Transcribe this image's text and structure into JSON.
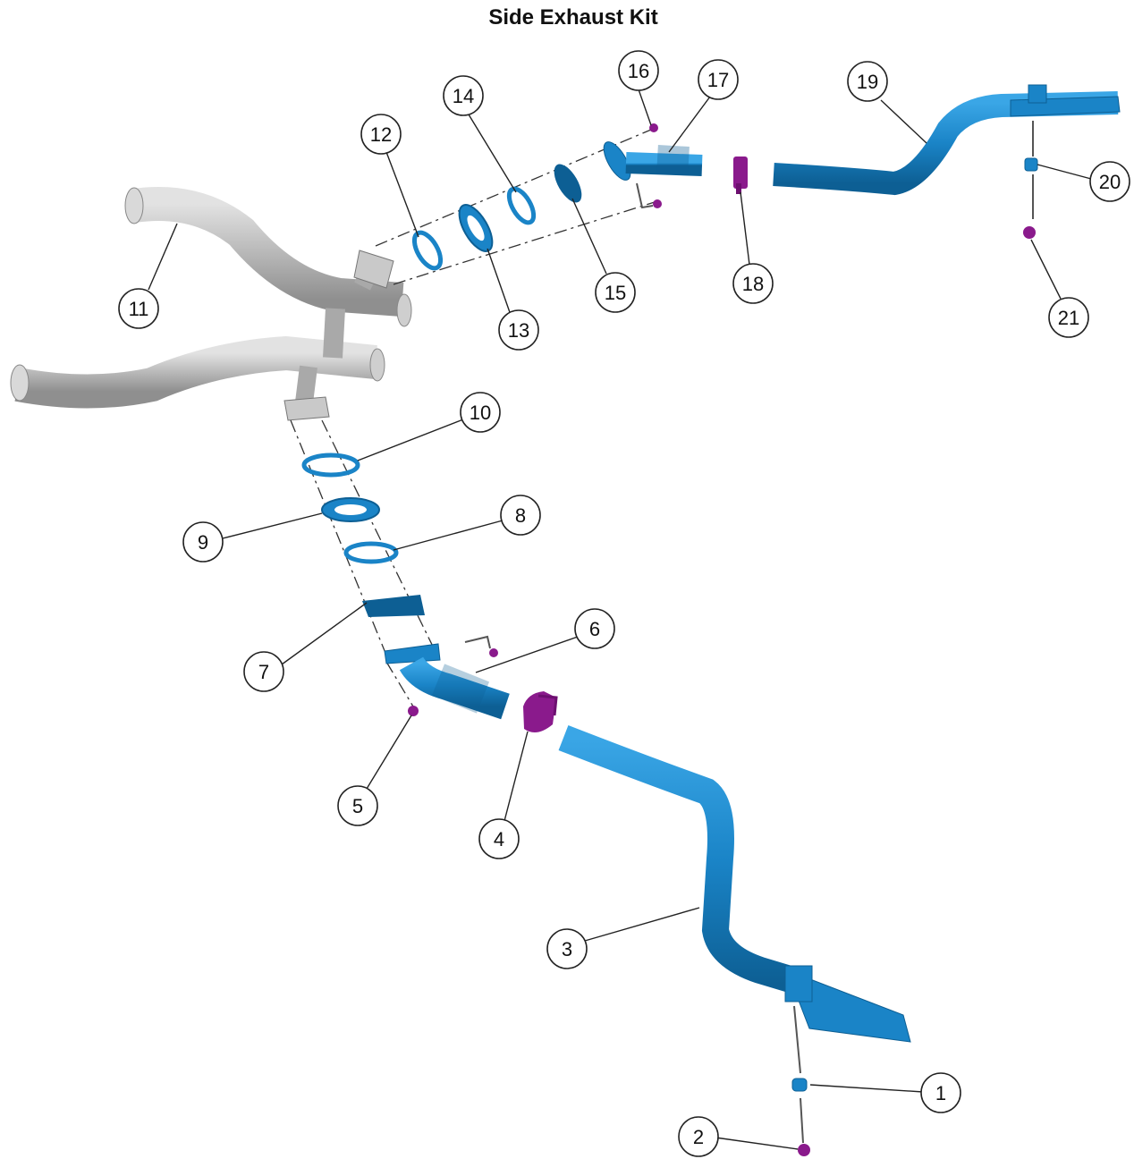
{
  "title": "Side Exhaust Kit",
  "colors": {
    "blue_part": "#1a84c7",
    "blue_dark": "#0d5f94",
    "purple_part": "#8a1a8c",
    "gray_part": "#b9b9b9",
    "gray_dark": "#8f8f8f"
  },
  "callouts": [
    "1",
    "2",
    "3",
    "4",
    "5",
    "6",
    "7",
    "8",
    "9",
    "10",
    "11",
    "12",
    "13",
    "14",
    "15",
    "16",
    "17",
    "18",
    "19",
    "20",
    "21"
  ]
}
